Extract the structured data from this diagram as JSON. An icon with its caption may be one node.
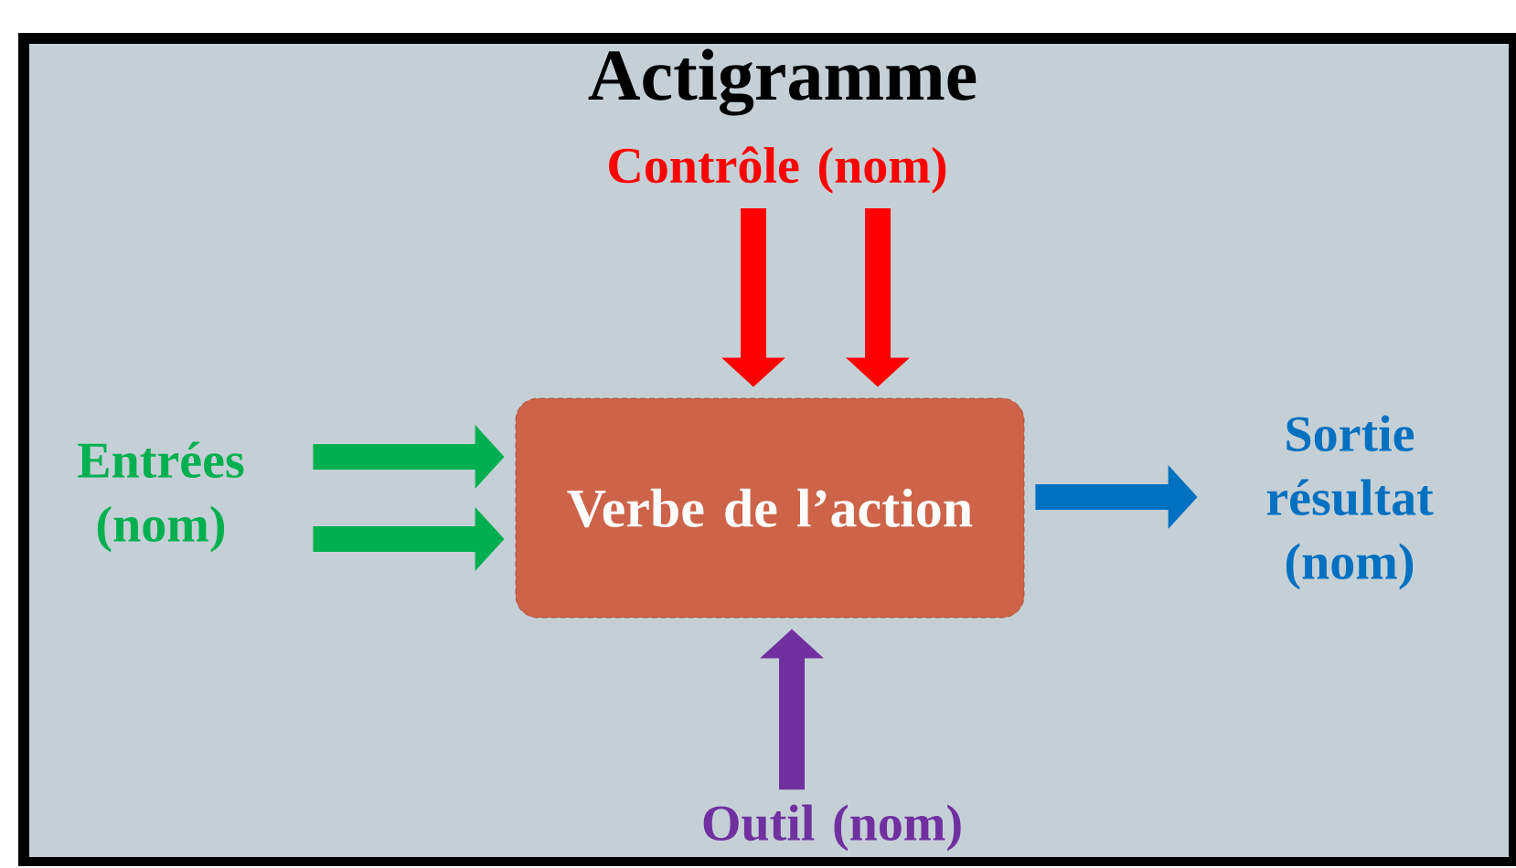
{
  "diagram": {
    "title": "Actigramme",
    "nodes": [
      {
        "text": [
          "Contrôle (nom)"
        ]
      },
      {
        "text": [
          "Entrées (nom)"
        ]
      },
      {
        "text": [
          "Verbe de l’action"
        ]
      },
      {
        "text": [
          "Sortie résultat (nom)"
        ]
      },
      {
        "text": [
          "Outil (nom)"
        ]
      }
    ],
    "edges": [
      {
        "from": 0,
        "to": 2,
        "arrow": "to",
        "color": "#ff0000"
      },
      {
        "from": 0,
        "to": 2,
        "arrow": "to",
        "color": "#ff0000"
      },
      {
        "from": 1,
        "to": 2,
        "arrow": "to",
        "color": "#00b050"
      },
      {
        "from": 1,
        "to": 2,
        "arrow": "to",
        "color": "#00b050"
      },
      {
        "from": 2,
        "to": 3,
        "arrow": "to",
        "color": "#0070c0"
      },
      {
        "from": 4,
        "to": 2,
        "arrow": "to",
        "color": "#7030a0"
      }
    ]
  }
}
